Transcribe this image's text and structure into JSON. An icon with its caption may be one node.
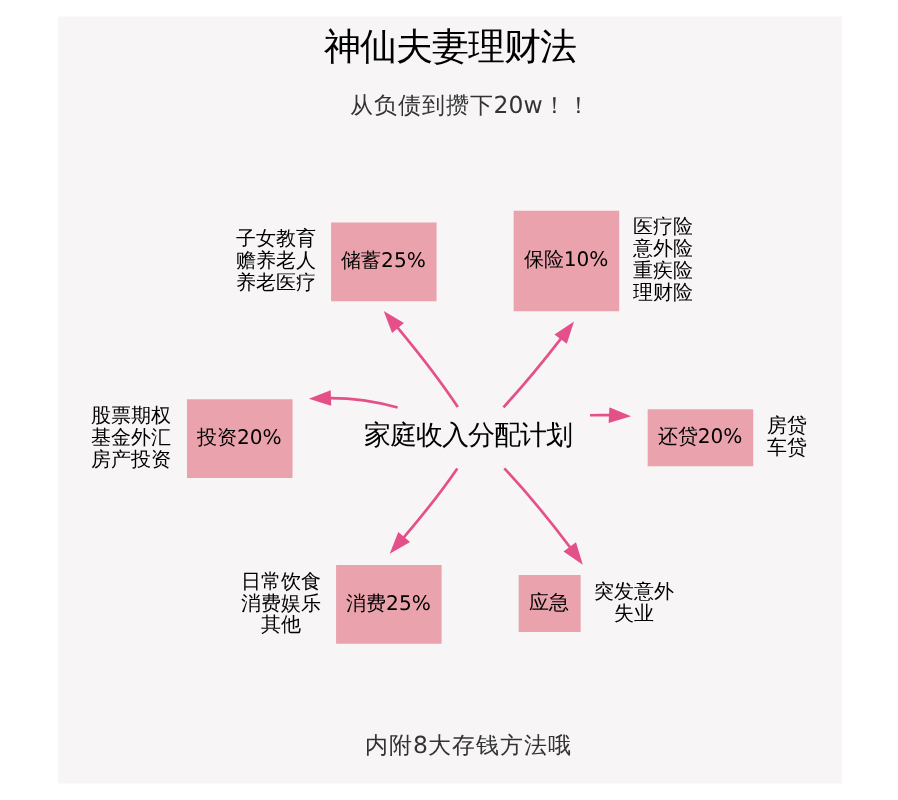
{
  "diagram": {
    "title": "神仙夫妻理财法",
    "nodes": [
      {
        "text": [
          "家庭收入分配计划"
        ]
      },
      {
        "text": [
          "储蓄25%"
        ],
        "beside": [
          "子女教育",
          "赡养老人",
          "养老医疗"
        ]
      },
      {
        "text": [
          "保险10%"
        ],
        "beside": [
          "医疗险",
          "意外险",
          "重疾险",
          "理财险"
        ]
      },
      {
        "text": [
          "投资20%"
        ],
        "beside": [
          "股票期权",
          "基金外汇",
          "房产投资"
        ]
      },
      {
        "text": [
          "还贷20%"
        ],
        "beside": [
          "房贷",
          "车贷"
        ]
      },
      {
        "text": [
          "消费25%"
        ],
        "beside": [
          "日常饮食",
          "消费娱乐",
          "其他"
        ]
      },
      {
        "text": [
          "应急"
        ],
        "beside": [
          "突发意外",
          "失业"
        ]
      }
    ],
    "edges": [
      {
        "from": 0,
        "to": 1,
        "arrow": "to"
      },
      {
        "from": 0,
        "to": 2,
        "arrow": "to"
      },
      {
        "from": 0,
        "to": 3,
        "arrow": "to"
      },
      {
        "from": 0,
        "to": 4,
        "arrow": "to"
      },
      {
        "from": 0,
        "to": 5,
        "arrow": "to"
      },
      {
        "from": 0,
        "to": 6,
        "arrow": "to"
      }
    ],
    "labels": [
      "从负债到攒下20w！！",
      "内附8大存钱方法哦"
    ]
  }
}
